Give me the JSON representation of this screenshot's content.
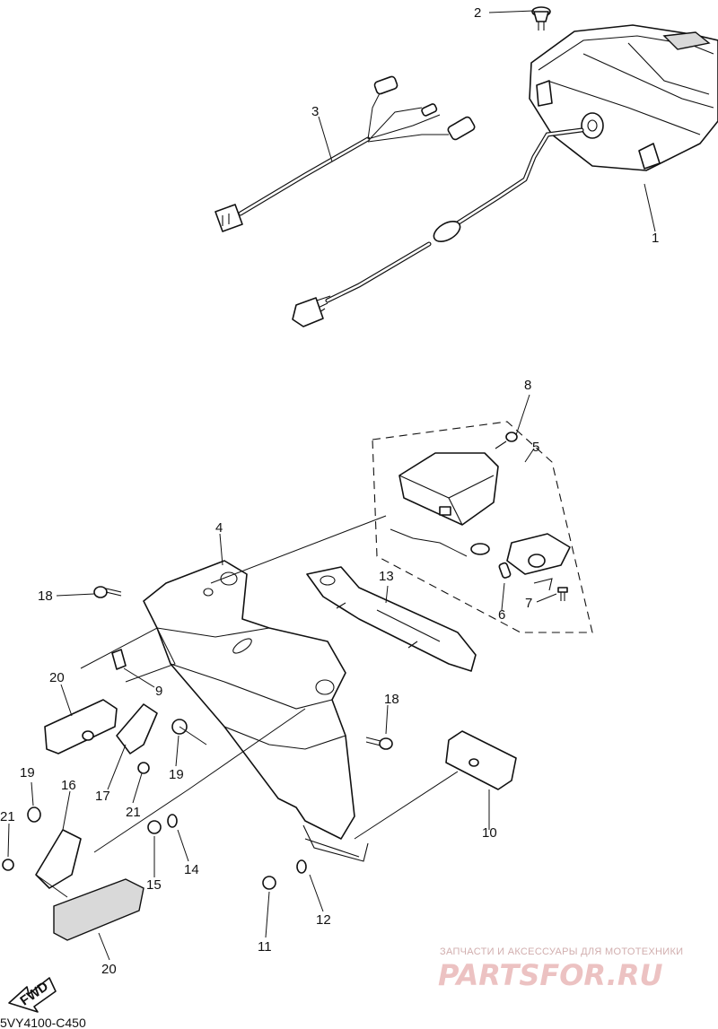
{
  "diagram_code": "5VY4100-C450",
  "fwd_label": "FWD",
  "watermark": {
    "subtitle": "ЗАПЧАСТИ И АКСЕССУАРЫ ДЛЯ МОТОТЕХНИКИ",
    "brand": "PARTSFOR.RU"
  },
  "callouts": [
    "1",
    "2",
    "3",
    "4",
    "5",
    "6",
    "7",
    "8",
    "9",
    "10",
    "11",
    "12",
    "13",
    "14",
    "15",
    "16",
    "17",
    "18",
    "18",
    "19",
    "19",
    "20",
    "20",
    "21",
    "21"
  ]
}
